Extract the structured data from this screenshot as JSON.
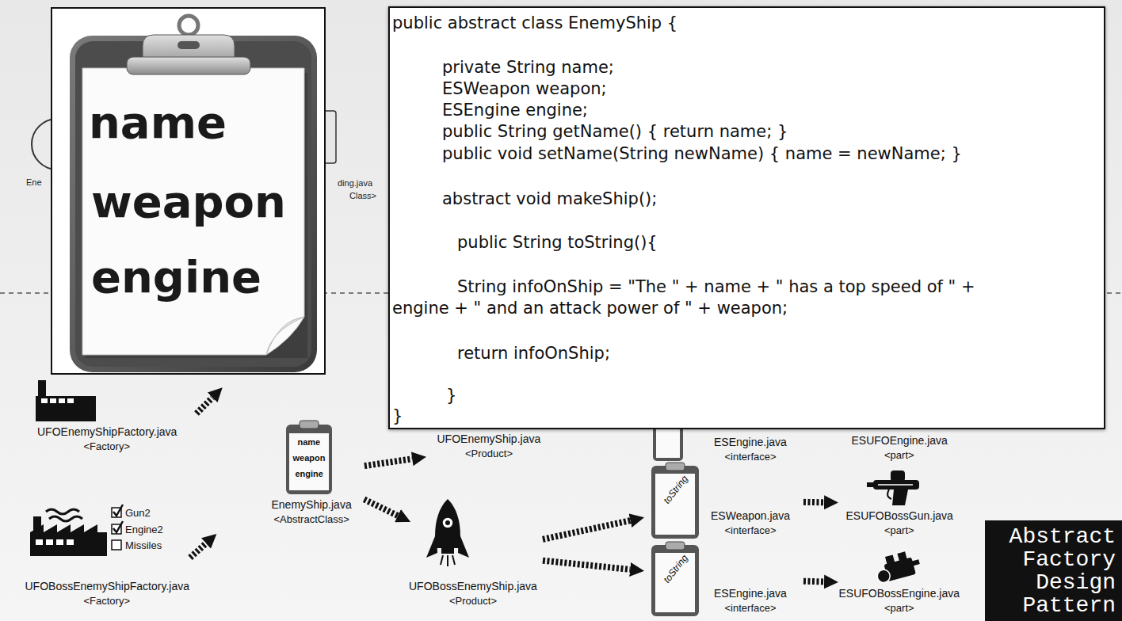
{
  "diagram": {
    "title": "Abstract Factory Design Pattern",
    "nodes": [
      {
        "text": [
          "name",
          "weapon",
          "engine"
        ]
      },
      {
        "text": [
          "public abstract class EnemyShip {",
          "private String name;",
          "ESWeapon weapon;",
          "ESEngine engine;",
          "public String getName() { return name; }",
          "public void setName(String newName) { name = newName; }",
          "abstract void makeShip();",
          "public String toString(){",
          "String infoOnShip = \"The \" + name + \" has a top speed of \" +",
          "engine + \" and an attack power of \" + weapon;",
          "return infoOnShip;",
          "}",
          "}"
        ]
      },
      {
        "text": [
          "UFOEnemyShipFactory.java",
          "<Factory>"
        ]
      },
      {
        "text": [
          "UFOBossEnemyShipFactory.java",
          "<Factory>"
        ]
      },
      {
        "text": [
          "name",
          "weapon",
          "engine",
          "EnemyShip.java",
          "<AbstractClass>"
        ]
      },
      {
        "text": [
          "UFOEnemyShip.java",
          "<Product>"
        ]
      },
      {
        "text": [
          "UFOBossEnemyShip.java",
          "<Product>"
        ]
      },
      {
        "text": [
          "ESEngine.java",
          "<interface>"
        ]
      },
      {
        "text": [
          "toString",
          "ESWeapon.java",
          "<interface>"
        ]
      },
      {
        "text": [
          "toString",
          "ESEngine.java",
          "<interface>"
        ]
      },
      {
        "text": [
          "ESUFOEngine.java",
          "<part>"
        ]
      },
      {
        "text": [
          "ESUFOBossGun.java",
          "<part>"
        ]
      },
      {
        "text": [
          "ESUFOBossEngine.java",
          "<part>"
        ]
      }
    ],
    "edges": [
      {
        "from": 4,
        "to": 5,
        "arrow": "to"
      },
      {
        "from": 4,
        "to": 6,
        "arrow": "to"
      },
      {
        "from": 6,
        "to": 8,
        "arrow": "to"
      },
      {
        "from": 6,
        "to": 9,
        "arrow": "to"
      },
      {
        "from": 8,
        "to": 11,
        "arrow": "to"
      },
      {
        "from": 9,
        "to": 12,
        "arrow": "to"
      }
    ],
    "labels": [
      "Gun2",
      "Engine2",
      "Missiles",
      "Ene",
      "ding.java",
      "Class>"
    ]
  }
}
